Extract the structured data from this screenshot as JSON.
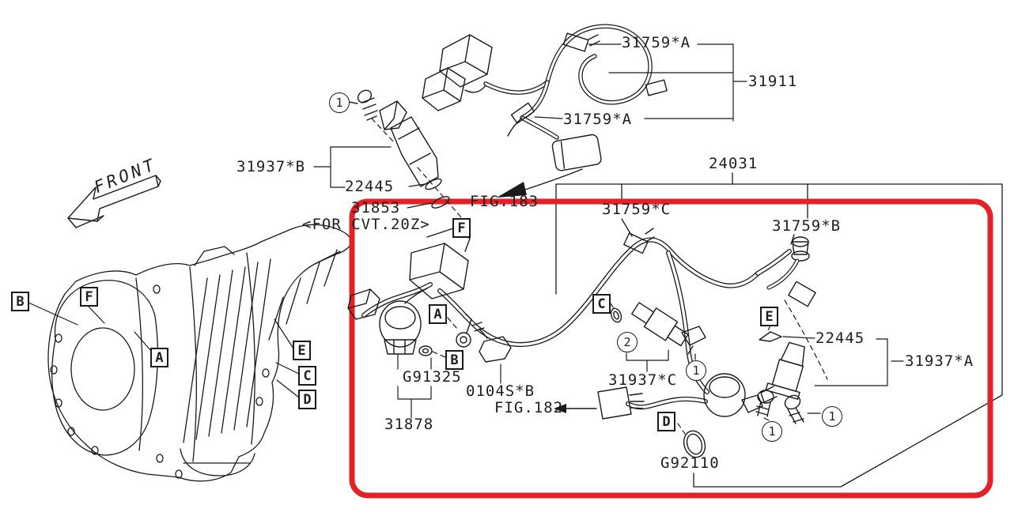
{
  "diagram_title": "Transmission sensor and harness parts diagram",
  "colors": {
    "line": "#1a1a1a",
    "highlight_red": "#e32127",
    "background": "#ffffff"
  },
  "front_marker": {
    "text": "FRONT"
  },
  "labels": {
    "part_31759a_top": "31759*A",
    "part_31911": "31911",
    "part_31759a_bottom": "31759*A",
    "part_31937b": "31937*B",
    "part_22445_top": "22445",
    "part_31853": "31853",
    "variant_note": "<FOR CVT.20Z>",
    "fig_183": "FIG.183",
    "part_24031": "24031",
    "part_31759c": "31759*C",
    "part_31759b": "31759*B",
    "part_g91325": "G91325",
    "part_0104sb": "0104S*B",
    "fig_182": "FIG.182",
    "part_31878": "31878",
    "part_31937c": "31937*C",
    "part_g92110": "G92110",
    "part_22445_right": "22445",
    "part_31937a": "31937*A"
  },
  "callouts": {
    "a": "A",
    "b": "B",
    "c": "C",
    "d": "D",
    "e": "E",
    "f": "F"
  },
  "circled": {
    "one": "1",
    "two": "2"
  }
}
